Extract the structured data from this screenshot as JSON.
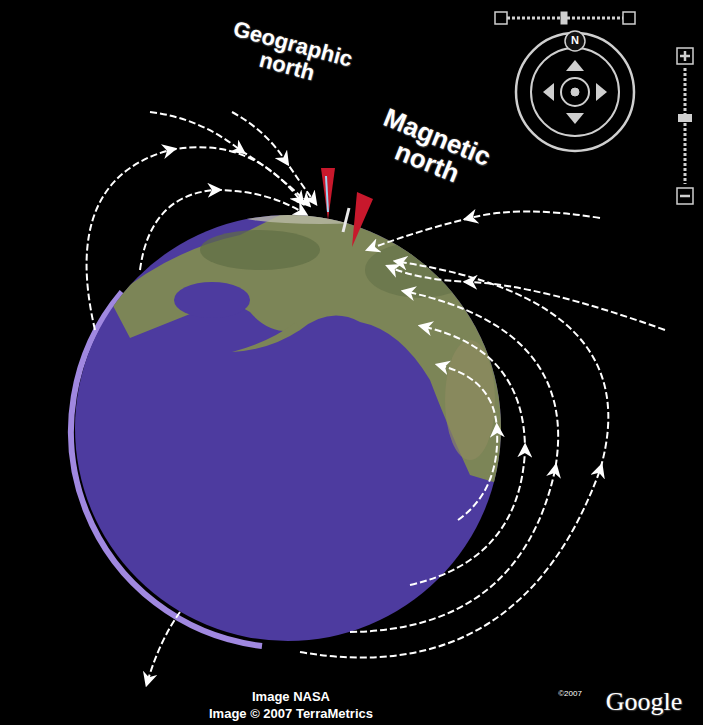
{
  "diagram": {
    "labels": [
      "Geographic north",
      "Magnetic north",
      "N",
      "Image NASA",
      "Image © 2007 TerraMetrics",
      "©2007",
      "Google"
    ]
  }
}
